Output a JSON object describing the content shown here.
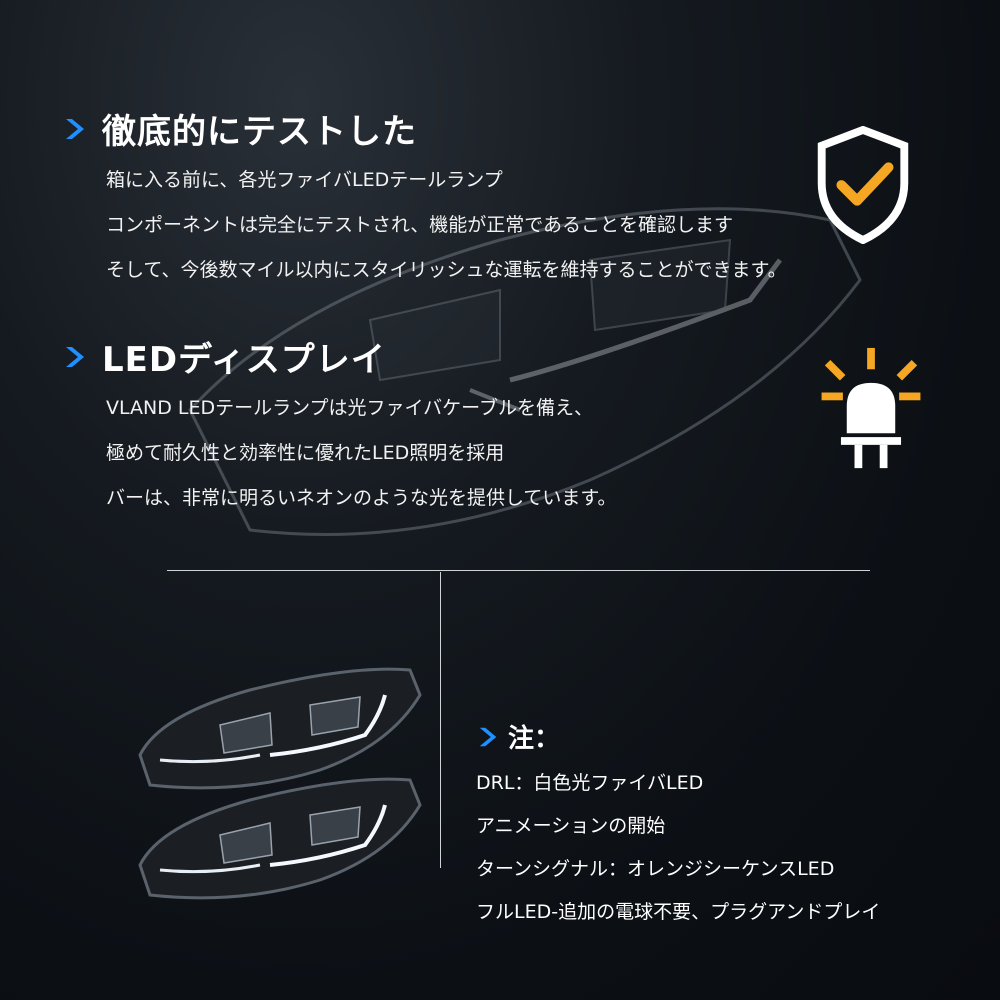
{
  "sections": [
    {
      "title": "徹底的にテストした",
      "lines": [
        "箱に入る前に、各光ファイバLEDテールランプ",
        "コンポーネントは完全にテストされ、機能が正常であることを確認します",
        "そして、今後数マイル以内にスタイリッシュな運転を維持することができます。"
      ],
      "icon": "shield-check-icon"
    },
    {
      "title": "LEDディスプレイ",
      "lines": [
        "VLAND LEDテールランプは光ファイバケーブルを備え、",
        "極めて耐久性と効率性に優れたLED照明を採用",
        "バーは、非常に明るいネオンのような光を提供しています。"
      ],
      "icon": "led-bulb-icon"
    }
  ],
  "note": {
    "title": "注：",
    "items": [
      "DRL：白色光ファイバLED",
      "アニメーションの開始",
      "ターンシグナル：オレンジシーケンスLED",
      "フルLED-追加の電球不要、プラグアンドプレイ"
    ]
  },
  "colors": {
    "accent_blue": "#1e90ff",
    "accent_orange": "#f5a623",
    "background": "#0c1015",
    "text": "#ffffff"
  }
}
